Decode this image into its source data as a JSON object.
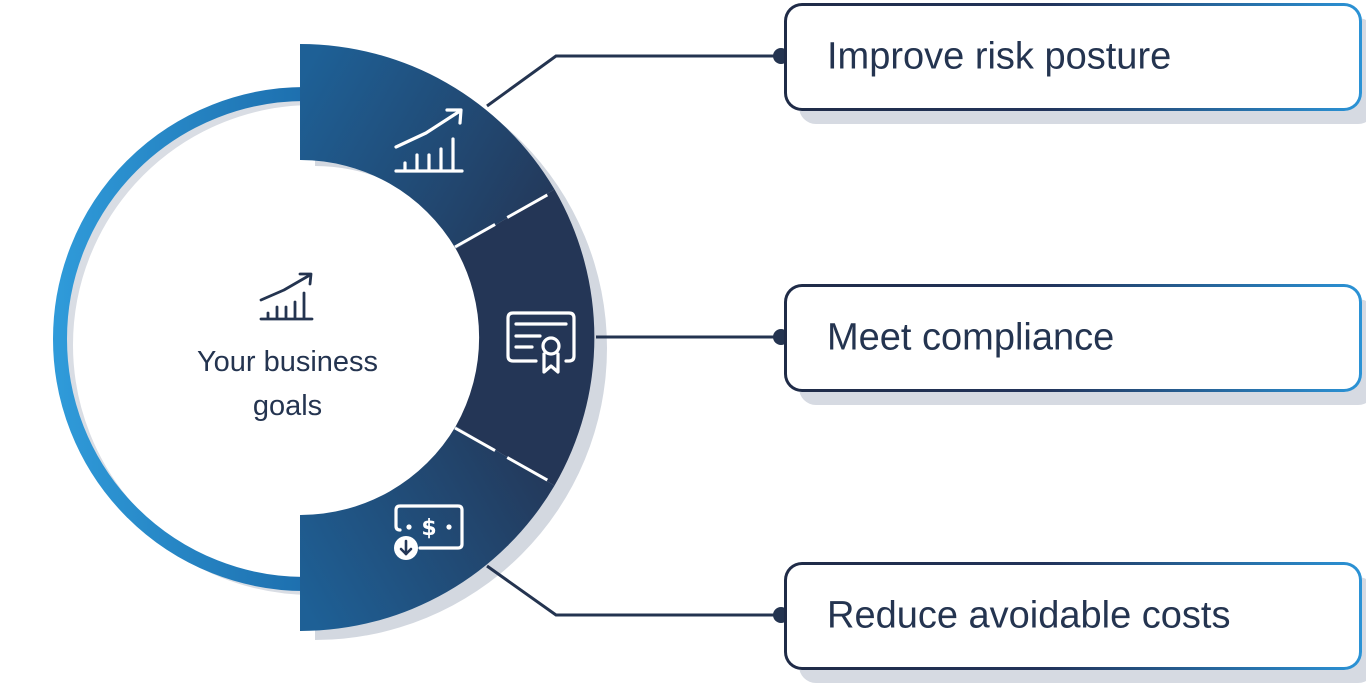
{
  "center": {
    "line1": "Your business",
    "line2": "goals",
    "icon": "growth-chart-icon"
  },
  "goals": [
    {
      "label": "Improve risk posture",
      "icon": "growth-chart-icon"
    },
    {
      "label": "Meet compliance",
      "icon": "certificate-icon"
    },
    {
      "label": "Reduce avoidable costs",
      "icon": "dollar-bill-down-icon"
    }
  ],
  "colors": {
    "navy": "#243450",
    "blue": "#2185cd",
    "card_border_start": "#1f2b47",
    "card_border_end": "#2b93d6",
    "shadow": "#d6dae2"
  }
}
